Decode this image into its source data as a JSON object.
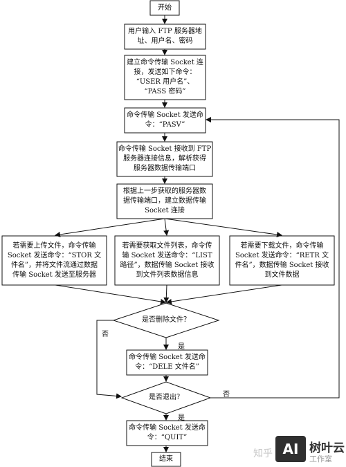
{
  "nodes": {
    "start": "开始",
    "input": "用户输入 FTP 服务器地\n址、用户名、密码",
    "connect": "建立命令传输 Socket 连\n接，发送如下命令：\n“USER 用户名”、\n“PASS 密码”",
    "pasv": "命令传输 Socket 发送命\n令：“PASV”",
    "recv": "命令传输 Socket 接收到 FTP\n服务器连接信息，解析获得\n服务器数据传输端口",
    "data_conn": "根据上一步获取的服务器数\n据传输端口，建立数据传输\nSocket 连接",
    "upload": "若需要上传文件，命令传输\nSocket 发送命令：“STOR 文\n件名”，并将文件流通过数据\n传输 Socket 发送至服务器",
    "list": "若需要获取文件列表，命令传\n输 Socket 发送命令：“LIST\n路径”，数据传输 Socket 接收\n到文件列表数据信息",
    "download": "若需要下载文件，命令传输\nSocket 发送命令：“RETR 文\n件名”，数据传输 Socket 接收\n到文件数据",
    "delete_q": "是否删除文件？",
    "dele": "命令传输 Socket 发送命\n令：“DELE 文件名”",
    "exit_q": "是否退出？",
    "quit": "命令传输 Socket 发送命\n令：“QUIT”",
    "end": "结束"
  },
  "edge_labels": {
    "delete_yes": "是",
    "delete_no": "否",
    "exit_yes": "是",
    "exit_no": "否"
  },
  "watermark": {
    "zhihu": "知乎",
    "logo_text": "AI",
    "brand": "树叶云",
    "tail": "工作室"
  }
}
